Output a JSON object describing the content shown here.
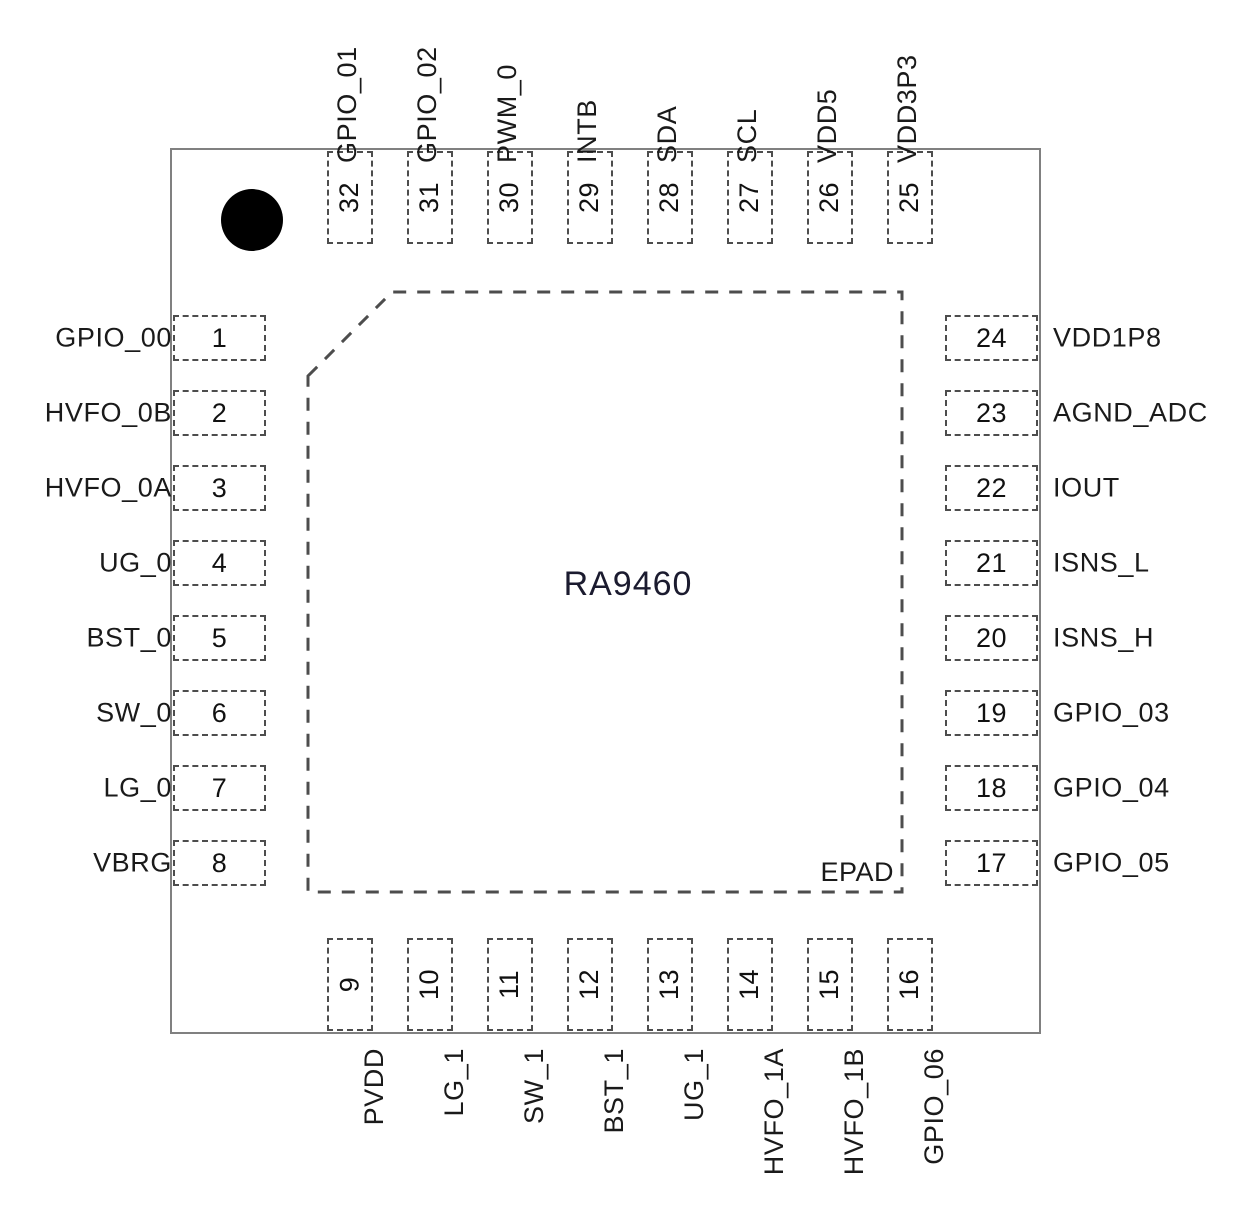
{
  "diagram": {
    "title": "RA9460",
    "part_number": "RA9460",
    "epad_label": "EPAD",
    "package_pin_count": 32,
    "colors": {
      "outline": "#808080",
      "pad_border": "#4d4d4d",
      "text": "#1a1a1a",
      "part_number_text": "#1b1b2f",
      "pin1_marker": "#000000",
      "background": "#ffffff"
    },
    "pin1_marker": "pin1-dot"
  },
  "pins": {
    "left": [
      {
        "num": "1",
        "name": "GPIO_00"
      },
      {
        "num": "2",
        "name": "HVFO_0B"
      },
      {
        "num": "3",
        "name": "HVFO_0A"
      },
      {
        "num": "4",
        "name": "UG_0"
      },
      {
        "num": "5",
        "name": "BST_0"
      },
      {
        "num": "6",
        "name": "SW_0"
      },
      {
        "num": "7",
        "name": "LG_0"
      },
      {
        "num": "8",
        "name": "VBRG"
      }
    ],
    "bottom": [
      {
        "num": "9",
        "name": "PVDD"
      },
      {
        "num": "10",
        "name": "LG_1"
      },
      {
        "num": "11",
        "name": "SW_1"
      },
      {
        "num": "12",
        "name": "BST_1"
      },
      {
        "num": "13",
        "name": "UG_1"
      },
      {
        "num": "14",
        "name": "HVFO_1A"
      },
      {
        "num": "15",
        "name": "HVFO_1B"
      },
      {
        "num": "16",
        "name": "GPIO_06"
      }
    ],
    "right": [
      {
        "num": "17",
        "name": "GPIO_05"
      },
      {
        "num": "18",
        "name": "GPIO_04"
      },
      {
        "num": "19",
        "name": "GPIO_03"
      },
      {
        "num": "20",
        "name": "ISNS_H"
      },
      {
        "num": "21",
        "name": "ISNS_L"
      },
      {
        "num": "22",
        "name": "IOUT"
      },
      {
        "num": "23",
        "name": "AGND_ADC"
      },
      {
        "num": "24",
        "name": "VDD1P8"
      }
    ],
    "top": [
      {
        "num": "25",
        "name": "VDD3P3"
      },
      {
        "num": "26",
        "name": "VDD5"
      },
      {
        "num": "27",
        "name": "SCL"
      },
      {
        "num": "28",
        "name": "SDA"
      },
      {
        "num": "29",
        "name": "INTB"
      },
      {
        "num": "30",
        "name": "PWM_0"
      },
      {
        "num": "31",
        "name": "GPIO_02"
      },
      {
        "num": "32",
        "name": "GPIO_01"
      }
    ]
  }
}
